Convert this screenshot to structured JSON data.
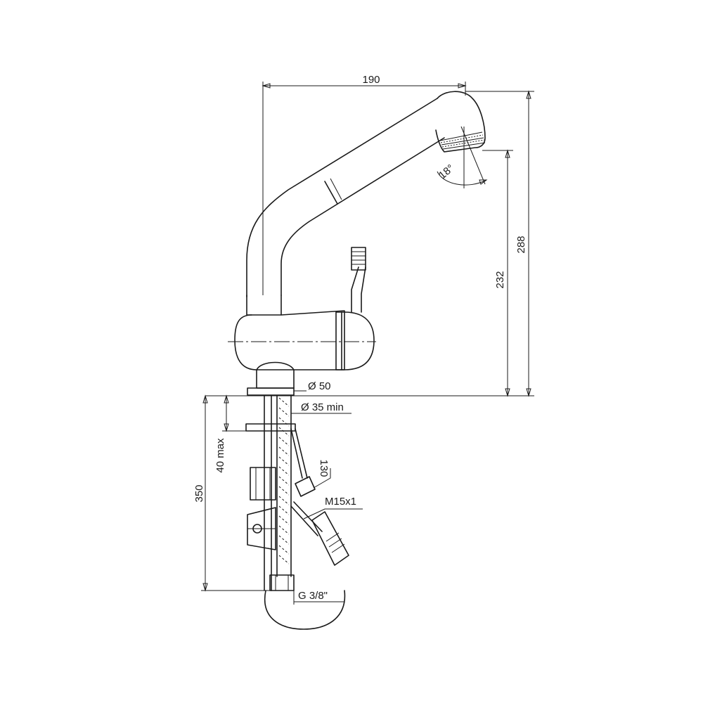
{
  "dimensions": {
    "width_top": "190",
    "height_total": "288",
    "height_spout": "232",
    "spray_angle": "18°",
    "base_diameter": "Ø 50",
    "hole_diameter": "Ø 35 min",
    "deck_thickness": "40 max",
    "hose_length": "350",
    "hose_bend": "130",
    "hose_thread": "M15x1",
    "inlet_thread": "G 3/8\""
  }
}
